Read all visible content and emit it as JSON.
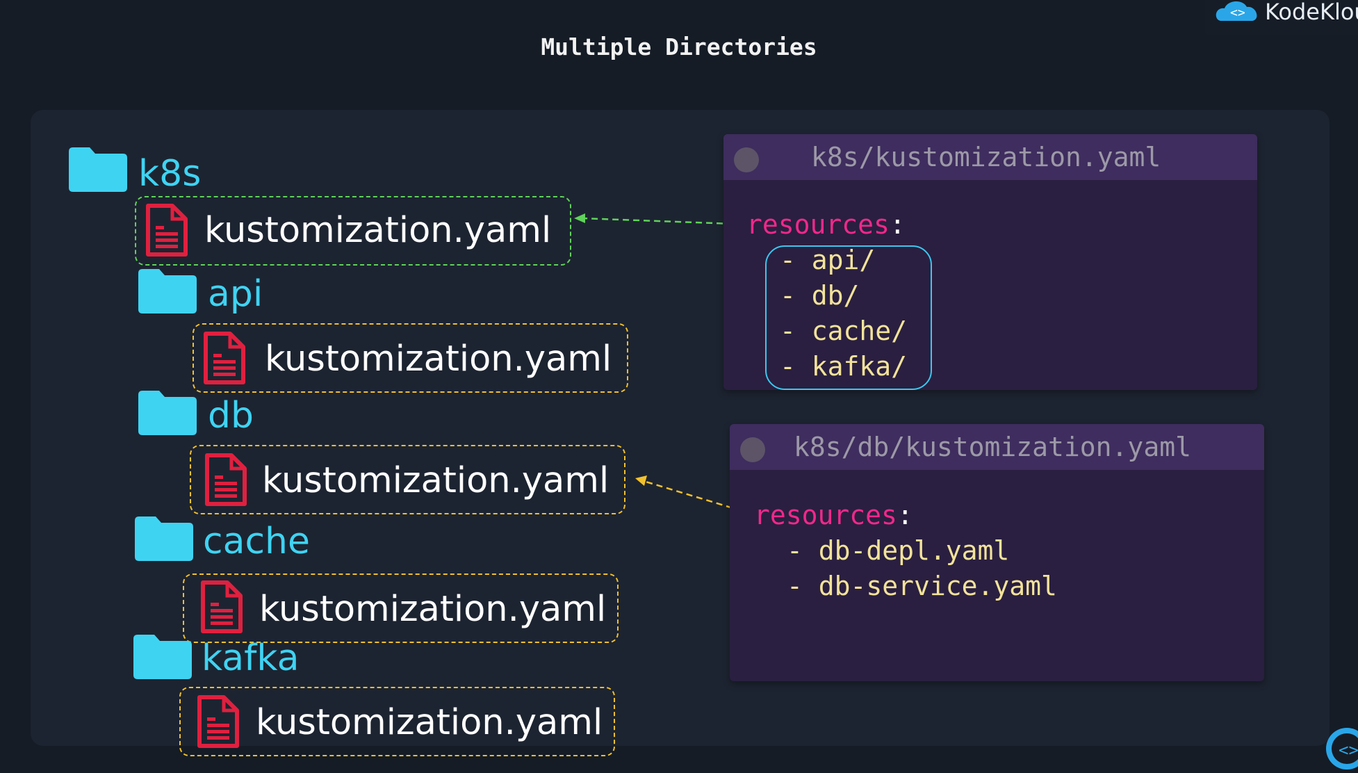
{
  "title": "Multiple Directories",
  "brand": {
    "name": "KodeKlou",
    "logo_icon": "kodekloud-cloud-icon"
  },
  "tree": {
    "root_folder": "k8s",
    "root_file": "kustomization.yaml",
    "subfolders": [
      {
        "name": "api",
        "file": "kustomization.yaml"
      },
      {
        "name": "db",
        "file": "kustomization.yaml"
      },
      {
        "name": "cache",
        "file": "kustomization.yaml"
      },
      {
        "name": "kafka",
        "file": "kustomization.yaml"
      }
    ]
  },
  "code_windows": [
    {
      "title": "k8s/kustomization.yaml",
      "key": "resources",
      "colon": ":",
      "items": [
        "- api/",
        "- db/",
        "- cache/",
        "- kafka/"
      ]
    },
    {
      "title": "k8s/db/kustomization.yaml",
      "key": "resources",
      "colon": ":",
      "items": [
        "- db-depl.yaml",
        "- db-service.yaml"
      ]
    }
  ],
  "colors": {
    "background": "#151c26",
    "panel": "#1d2431",
    "folder": "#3fd3f2",
    "file_icon": "#e0203f",
    "root_link": "#5fd35a",
    "sub_link": "#f2c12e",
    "yaml_key": "#f0288a",
    "yaml_value": "#f3e39a",
    "highlight": "#3cc7ee"
  }
}
